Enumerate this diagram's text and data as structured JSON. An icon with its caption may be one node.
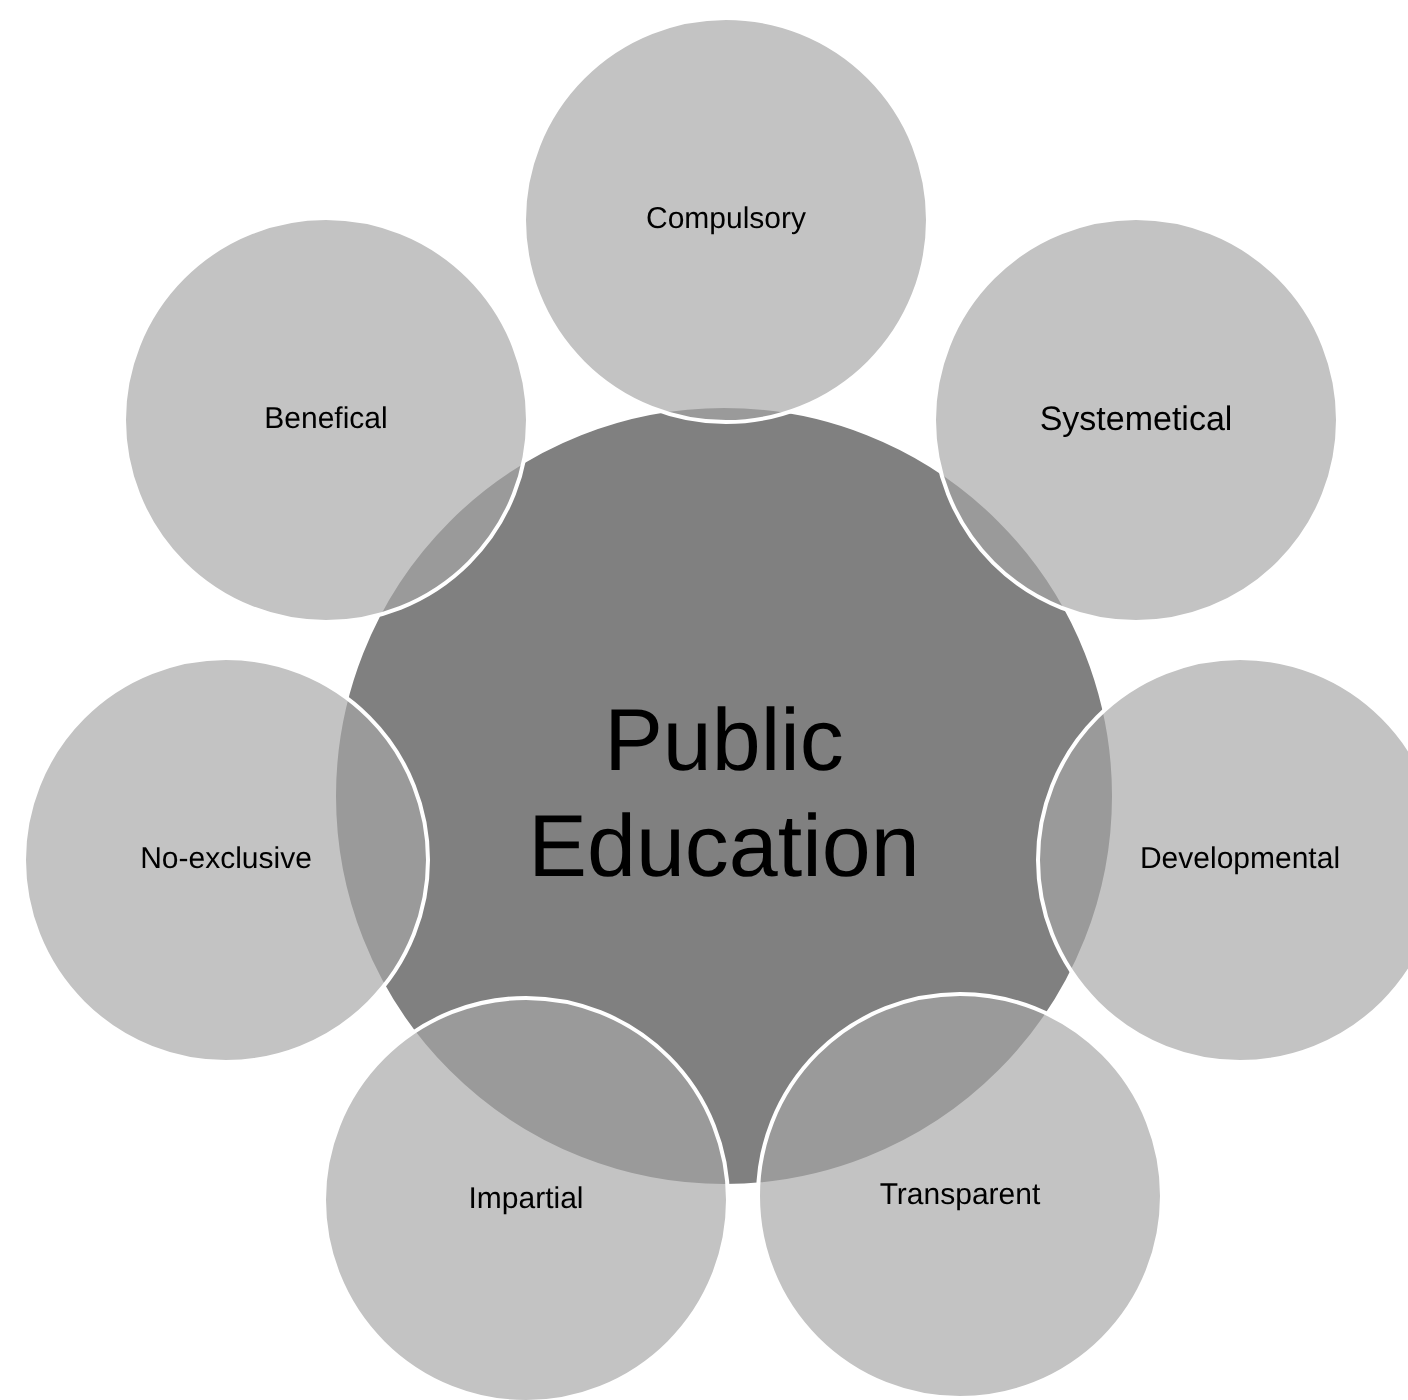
{
  "diagram": {
    "nodes": [
      {
        "text": [
          "Public Education"
        ]
      },
      {
        "text": [
          "Compulsory"
        ]
      },
      {
        "text": [
          "Systemetical"
        ]
      },
      {
        "text": [
          "Developmental"
        ]
      },
      {
        "text": [
          "Transparent"
        ]
      },
      {
        "text": [
          "Impartial"
        ]
      },
      {
        "text": [
          "No-exclusive"
        ]
      },
      {
        "text": [
          "Benefical"
        ]
      }
    ]
  }
}
